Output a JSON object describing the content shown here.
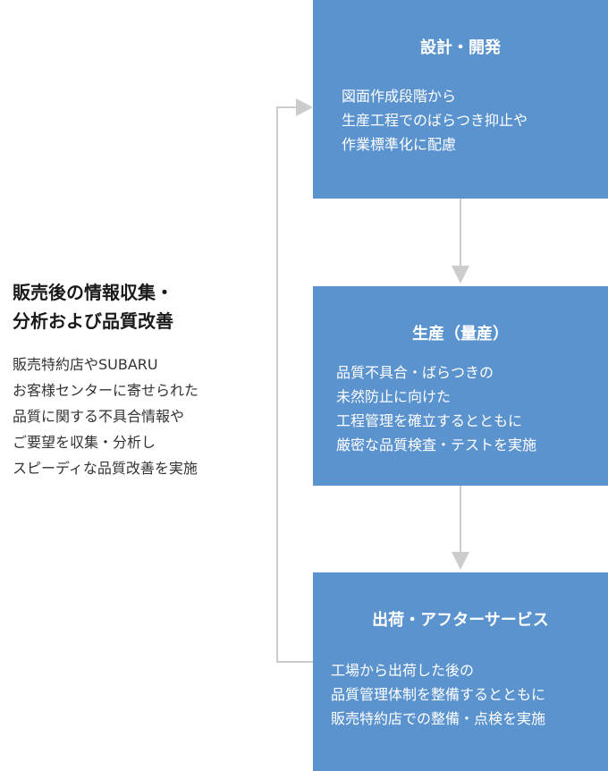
{
  "colors": {
    "box": "#5b93cf",
    "box_text": "#ffffff",
    "arrow": "#cccccc",
    "text": "#1a1a1a"
  },
  "steps": [
    {
      "title": "設計・開発",
      "lines": [
        "図面作成段階から",
        "生産工程でのばらつき抑止や",
        "作業標準化に配慮"
      ]
    },
    {
      "title": "生産（量産）",
      "lines": [
        "品質不具合・ばらつきの",
        "未然防止に向けた",
        "工程管理を確立するとともに",
        "厳密な品質検査・テストを実施"
      ]
    },
    {
      "title": "出荷・アフターサービス",
      "lines": [
        "工場から出荷した後の",
        "品質管理体制を整備するとともに",
        "販売特約店での整備・点検を実施"
      ]
    }
  ],
  "feedback": {
    "title_lines": [
      "販売後の情報収集・",
      "分析および品質改善"
    ],
    "body_lines": [
      "販売特約店やSUBARU",
      "お客様センターに寄せられた",
      "品質に関する不具合情報や",
      "ご要望を収集・分析し",
      "スピーディな品質改善を実施"
    ]
  }
}
